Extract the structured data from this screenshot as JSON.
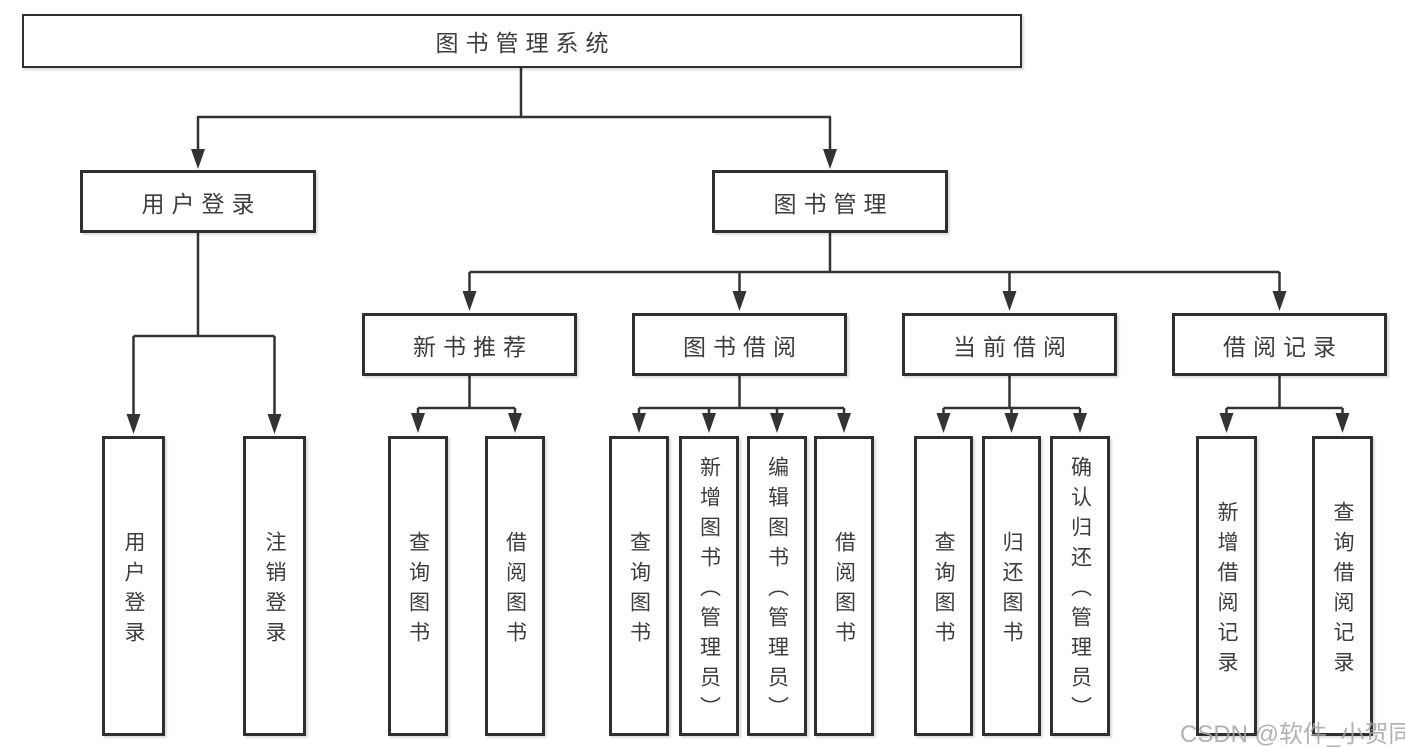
{
  "diagram": {
    "root": {
      "label": "图书管理系统"
    },
    "branches": [
      {
        "label": "用户登录",
        "children": [
          {
            "label": "用户登录"
          },
          {
            "label": "注销登录"
          }
        ]
      },
      {
        "label": "图书管理",
        "children": [
          {
            "label": "新书推荐",
            "children": [
              {
                "label": "查询图书"
              },
              {
                "label": "借阅图书"
              }
            ]
          },
          {
            "label": "图书借阅",
            "children": [
              {
                "label": "查询图书"
              },
              {
                "label": "新增图书（管理员）"
              },
              {
                "label": "编辑图书（管理员）"
              },
              {
                "label": "借阅图书"
              }
            ]
          },
          {
            "label": "当前借阅",
            "children": [
              {
                "label": "查询图书"
              },
              {
                "label": "归还图书"
              },
              {
                "label": "确认归还（管理员）"
              }
            ]
          },
          {
            "label": "借阅记录",
            "children": [
              {
                "label": "新增借阅记录"
              },
              {
                "label": "查询借阅记录"
              }
            ]
          }
        ]
      }
    ]
  },
  "watermark": {
    "text": "CSDN @软件_小贺同学"
  },
  "colors": {
    "line": "#333333",
    "box_border": "#2f2f2f",
    "text": "#3d3d3d",
    "watermark": "#a5a5a5",
    "background": "#ffffff"
  }
}
